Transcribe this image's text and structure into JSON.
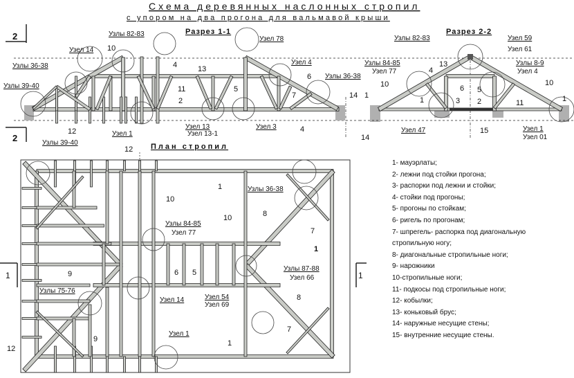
{
  "title": "Схема деревянных наслонных стропил",
  "subtitle": "с упором на два прогона для вальмавой крыши",
  "section_1": {
    "heading": "Разрез 1-1",
    "labels": [
      "Узлы 82-83",
      "10",
      "Узел 14",
      "Узлы 36-38",
      "Узлы 39-40",
      "4",
      "11",
      "2",
      "13",
      "5",
      "Узел 78",
      "Узел 4",
      "6",
      "Узлы 36-38",
      "7",
      "14",
      "4",
      "12",
      "Узел 1",
      "Узел 13",
      "Узел 13-1",
      "Узел 3"
    ],
    "cut_marks": [
      "2",
      "2"
    ]
  },
  "section_2": {
    "heading": "Разрез 2-2",
    "labels": [
      "Узлы 82-83",
      "Узел 59",
      "Узел 61",
      "13",
      "Узлы 84-85",
      "Узел 77",
      "4",
      "Узлы 8-9",
      "Узел 4",
      "10",
      "6",
      "5",
      "10",
      "1",
      "1",
      "3",
      "2",
      "11",
      "1",
      "14",
      "Узел 47",
      "15",
      "Узел 1",
      "Узел 01"
    ]
  },
  "plan": {
    "heading": "План стропил",
    "labels": [
      "Узлы 39-40",
      "12",
      "1",
      "10",
      "Узлы 36-38",
      "10",
      "8",
      "7",
      "Узлы 84-85",
      "Узел 77",
      "1",
      "9",
      "6",
      "5",
      "Узлы 87-88",
      "Узел 66",
      "Узлы 75-76",
      "Узел 14",
      "Узел 54",
      "Узел 69",
      "8",
      "9",
      "Узел 1",
      "7",
      "1",
      "12"
    ],
    "cut_marks": [
      "1",
      "1"
    ]
  },
  "legend": [
    "1- мауэрлаты;",
    "2- лежни под стойки прогона;",
    "3- распорки под лежни и стойки;",
    "4- стойки под прогоны;",
    "5- прогоны по стойкам;",
    "6- ригель по прогонам;",
    "7- шпрегель- распорка под диагональную",
    "стропильную ногу;",
    "8- диагональные стропильные ноги;",
    "9- нарожники",
    "10-стропильные ноги;",
    "11- подкосы под стропильные ноги;",
    "12- кобылки;",
    "13- коньковый брус;",
    "14- наружные несущие стены;",
    "15- внутренние несущие стены."
  ],
  "colors": {
    "timber": "#c9cbc6",
    "line": "#222222",
    "wall": "#b0b0b0"
  }
}
